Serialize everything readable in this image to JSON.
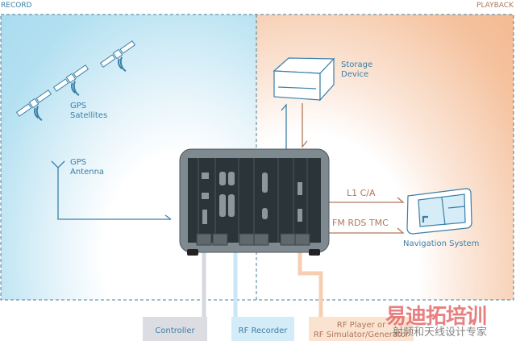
{
  "sections": {
    "record": "RECORD",
    "playback": "PLAYBACK"
  },
  "labels": {
    "gps_satellites": [
      "GPS",
      "Satellites"
    ],
    "gps_antenna": [
      "GPS",
      "Antenna"
    ],
    "storage_device": [
      "Storage",
      "Device"
    ],
    "navigation_system": "Navigation System"
  },
  "signals": {
    "l1": "L1 C/A",
    "fm": "FM RDS TMC"
  },
  "bottom": {
    "controller": "Controller",
    "rf_recorder": "RF Recorder",
    "rf_player": [
      "RF Player or",
      "RF Simulator/Generator"
    ]
  },
  "watermark": {
    "title": "易迪拓培训",
    "subtitle": "射频和天线设计专家"
  },
  "colors": {
    "record": "#a9dcf0",
    "playback": "#f3ba92",
    "blue_line": "#3b7fa8",
    "orange_line": "#b0775a"
  }
}
